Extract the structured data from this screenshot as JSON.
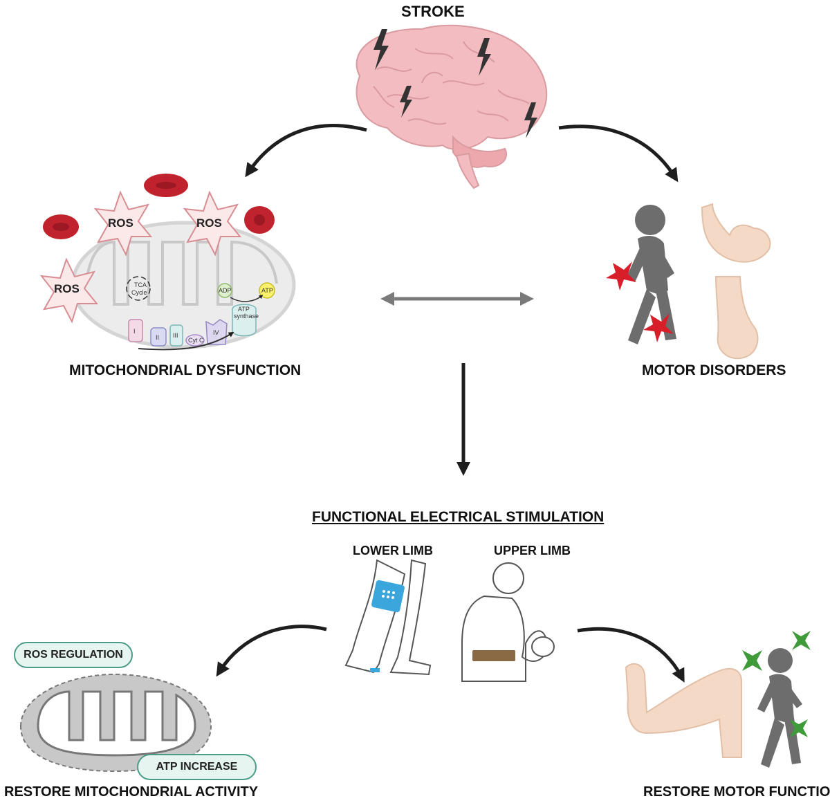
{
  "title": "STROKE",
  "labels": {
    "mito_dysfunction": "MITOCHONDRIAL DYSFUNCTION",
    "motor_disorders": "MOTOR DISORDERS",
    "fes": "FUNCTIONAL ELECTRICAL STIMULATION",
    "lower_limb": "LOWER LIMB",
    "upper_limb": "UPPER LIMB",
    "restore_mito": "RESTORE MITOCHONDRIAL ACTIVITY",
    "restore_motor": "RESTORE MOTOR FUNCTION"
  },
  "pills": {
    "ros_regulation": "ROS REGULATION",
    "atp_increase": "ATP INCREASE"
  },
  "mito": {
    "ros": "ROS",
    "tca": [
      "TCA",
      "Cycle"
    ],
    "complexes": [
      "I",
      "II",
      "III",
      "Cyt C",
      "IV"
    ],
    "atp_synthase": [
      "ATP",
      "synthase"
    ],
    "adp": "ADP",
    "atp": "ATP"
  },
  "colors": {
    "arrow": "#1e1e1e",
    "double_arrow": "#7a7a7a",
    "brain": "#f2bcc0",
    "rbc": "#c0232e",
    "ros_star": "#fbe9ea",
    "ros_star_stroke": "#d88d93",
    "mito_fill": "#ececec",
    "figure_gray": "#6d6d6d",
    "red_star": "#d81e28",
    "green_star": "#3f9a3a",
    "pill_border": "#4a9c86",
    "pill_fill": "#e6f5ef",
    "electrode": "#3aa6dc",
    "skin": "#f3d9c6"
  },
  "icons": [
    "lightning-icon",
    "brain-icon",
    "red-blood-cell-icon",
    "ros-star-icon",
    "mitochondrion-icon",
    "walking-person-icon",
    "hand-icon",
    "foot-icon",
    "leg-icon",
    "arm-flex-icon",
    "sparkle-icon"
  ]
}
